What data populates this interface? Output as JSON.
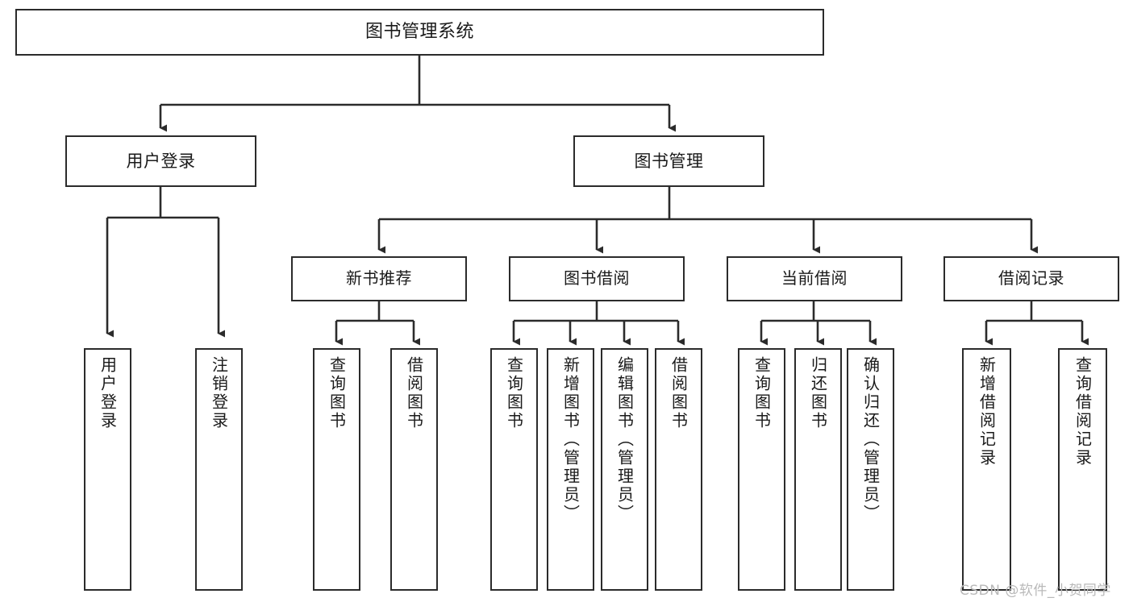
{
  "diagram": {
    "type": "tree-hierarchy",
    "title": "图书管理系统",
    "watermark": "CSDN @软件_小贺同学",
    "colors": {
      "box_border": "#2b2b2b",
      "box_fill": "#ffffff",
      "connector": "#2b2b2b",
      "text": "#1a1a1a",
      "watermark": "#b9b9b9",
      "background": "#ffffff"
    },
    "nodes": {
      "root": {
        "label": "图书管理系统"
      },
      "level2": [
        {
          "id": "user-login",
          "label": "用户登录"
        },
        {
          "id": "book-management",
          "label": "图书管理"
        }
      ],
      "level3": [
        {
          "id": "new-book-recommend",
          "label": "新书推荐"
        },
        {
          "id": "book-borrow",
          "label": "图书借阅"
        },
        {
          "id": "current-borrow",
          "label": "当前借阅"
        },
        {
          "id": "borrow-record",
          "label": "借阅记录"
        }
      ],
      "leaves": {
        "user-login": [
          {
            "id": "user-login-leaf",
            "label": "用户登录"
          },
          {
            "id": "logout-leaf",
            "label": "注销登录"
          }
        ],
        "new-book-recommend": [
          {
            "id": "query-book-1",
            "label": "查询图书"
          },
          {
            "id": "borrow-book-1",
            "label": "借阅图书"
          }
        ],
        "book-borrow": [
          {
            "id": "query-book-2",
            "label": "查询图书"
          },
          {
            "id": "add-book",
            "label": "新增图书（管理员）"
          },
          {
            "id": "edit-book",
            "label": "编辑图书（管理员）"
          },
          {
            "id": "borrow-book-2",
            "label": "借阅图书"
          }
        ],
        "current-borrow": [
          {
            "id": "query-book-3",
            "label": "查询图书"
          },
          {
            "id": "return-book",
            "label": "归还图书"
          },
          {
            "id": "confirm-return",
            "label": "确认归还（管理员）"
          }
        ],
        "borrow-record": [
          {
            "id": "add-borrow-record",
            "label": "新增借阅记录"
          },
          {
            "id": "query-borrow-record",
            "label": "查询借阅记录"
          }
        ]
      }
    }
  }
}
